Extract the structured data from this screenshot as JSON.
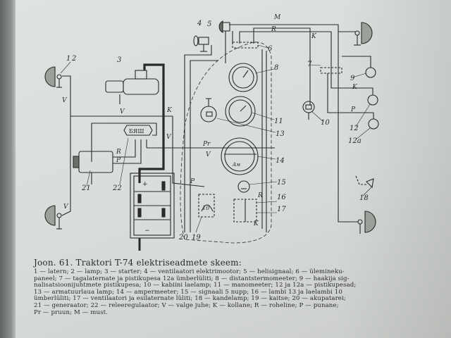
{
  "diagram": {
    "component_labels": {
      "c1": "1",
      "c2": "2",
      "c3": "3",
      "c4": "4",
      "c5": "5",
      "c6": "6",
      "c7": "7",
      "c8": "8",
      "c9": "9",
      "c10": "10",
      "c11": "11",
      "c12": "12",
      "c12a": "12a",
      "c13": "13",
      "c14": "14",
      "c15": "15",
      "c16": "16",
      "c17": "17",
      "c18": "18",
      "c19": "19",
      "c20": "20",
      "c21": "21",
      "c22": "22"
    },
    "wire_labels": {
      "m": "M",
      "r_top": "R",
      "k_top": "K",
      "k_right": "K",
      "p_right": "P",
      "v_left_top": "V",
      "v_left_bottom": "V",
      "v_mid": "V",
      "k_mid": "K",
      "v_diag": "V",
      "pr": "Pr",
      "v_dash": "V",
      "p_dash": "P",
      "r_dash": "R",
      "k_dash": "K",
      "gen_r": "R",
      "gen_p": "P",
      "plus": "+",
      "minus": "−"
    },
    "regulator_marking": "БЯШ",
    "ammeter_marking": "Ам",
    "fuse_marking": "10"
  },
  "caption": {
    "title": "Joon. 61. Traktori T-74 elektriseadmete skeem:",
    "lines": [
      "1 — latern; 2 — lamp; 3 — starter; 4 — ventilaatori elektrimootor; 5 — helisignaal; 6 — ülemineku-",
      "paneel; 7 — tagalaternate ja pistikupesa 12a ümberlüliti; 8 — distantstermomeeter; 9 — haakija sig-",
      "nalisatsioonijuhtmete pistikupesa; 10 — kabiini laelamp; 11 — manomeeter; 12 ja 12a — pistikupesad;",
      "13 — armatuurlaua lamp; 14 — ampermeeter; 15 — signaali 5 nupp; 16 — lambi 13 ja laelambi 10",
      "ümberlüliti; 17 — ventilaatori ja esilaternate lüliti; 18 — kandelamp; 19 — kaitse; 20 — akupatarei;",
      "21 — generaator; 22 — releeregulaator; V — valge juhe; K — kollane; R — roheline; P — punane;",
      "Pr — pruun; M — must."
    ]
  }
}
